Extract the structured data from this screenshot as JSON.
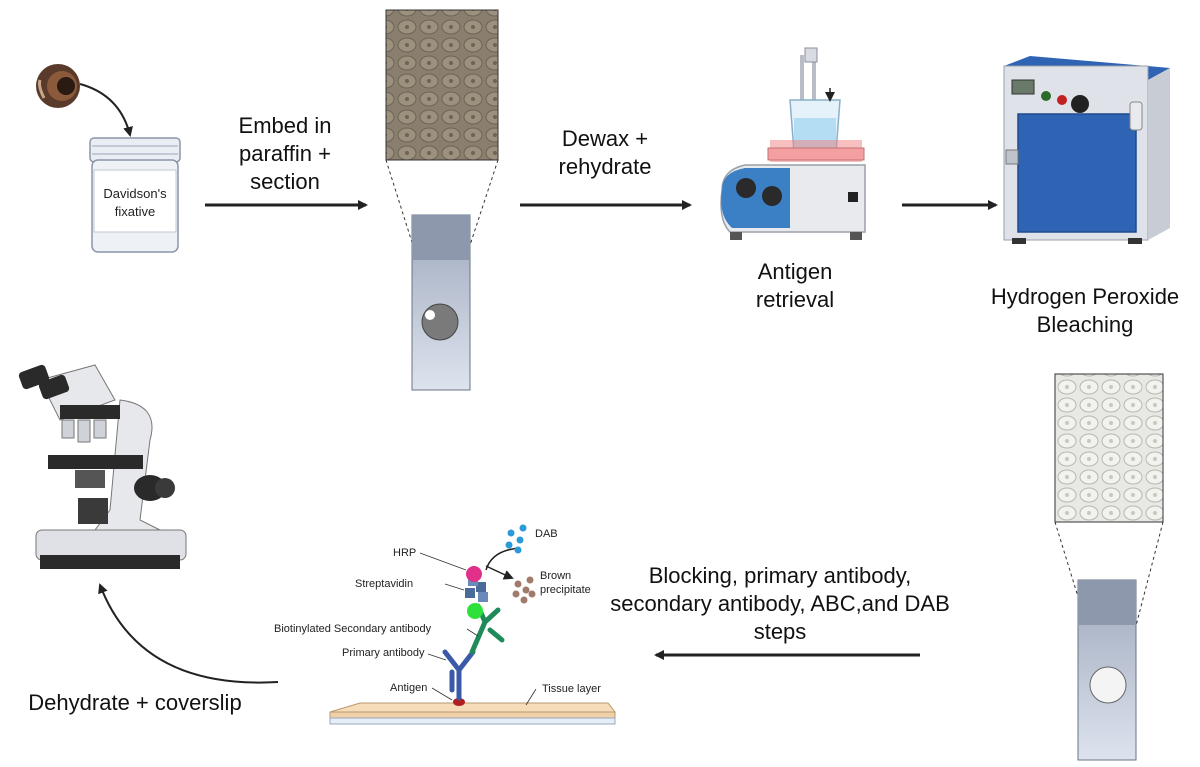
{
  "colors": {
    "arrow": "#222222",
    "tissue_brown": "#8a7a66",
    "slide_blue": "#a9b7cf",
    "hotplate_blue": "#3b7fc4",
    "hotplate_red": "#f08080",
    "oven_blue": "#2f64b5",
    "hrp_magenta": "#e0308a",
    "streptavidin_blue": "#4a6a9a",
    "biotin_green": "#2ee03a",
    "secondary_ab_green": "#1f8a5a",
    "primary_ab_blue": "#3a5aa8",
    "antigen_red": "#b02020",
    "dab_blue": "#2a9ad8",
    "precipitate_brown": "#a07a6a",
    "tissue_layer": "#f6dcb8"
  },
  "steps": {
    "fixative_label": [
      "Davidson's",
      "fixative"
    ],
    "embed": [
      "Embed in",
      "paraffin +",
      "section"
    ],
    "dewax": [
      "Dewax +",
      "rehydrate"
    ],
    "antigen_retrieval": [
      "Antigen",
      "retrieval"
    ],
    "bleaching": [
      "Hydrogen Peroxide",
      "Bleaching"
    ],
    "ihc_steps": [
      "Blocking, primary antibody,",
      "secondary antibody, ABC,and DAB",
      "steps"
    ],
    "dehydrate": [
      "Dehydrate + coverslip"
    ]
  },
  "ihc_diagram": {
    "dab": "DAB",
    "hrp": "HRP",
    "brown_precipitate": [
      "Brown",
      "precipitate"
    ],
    "streptavidin": "Streptavidin",
    "biotinylated_secondary": "Biotinylated Secondary antibody",
    "primary_antibody": "Primary antibody",
    "antigen": "Antigen",
    "tissue_layer": "Tissue layer"
  },
  "icons": [
    "eyeball-icon",
    "fixative-jar-icon",
    "tissue-section-icon",
    "glass-slide-icon",
    "hotplate-beaker-icon",
    "oven-icon",
    "microscope-icon",
    "antibody-icon"
  ]
}
